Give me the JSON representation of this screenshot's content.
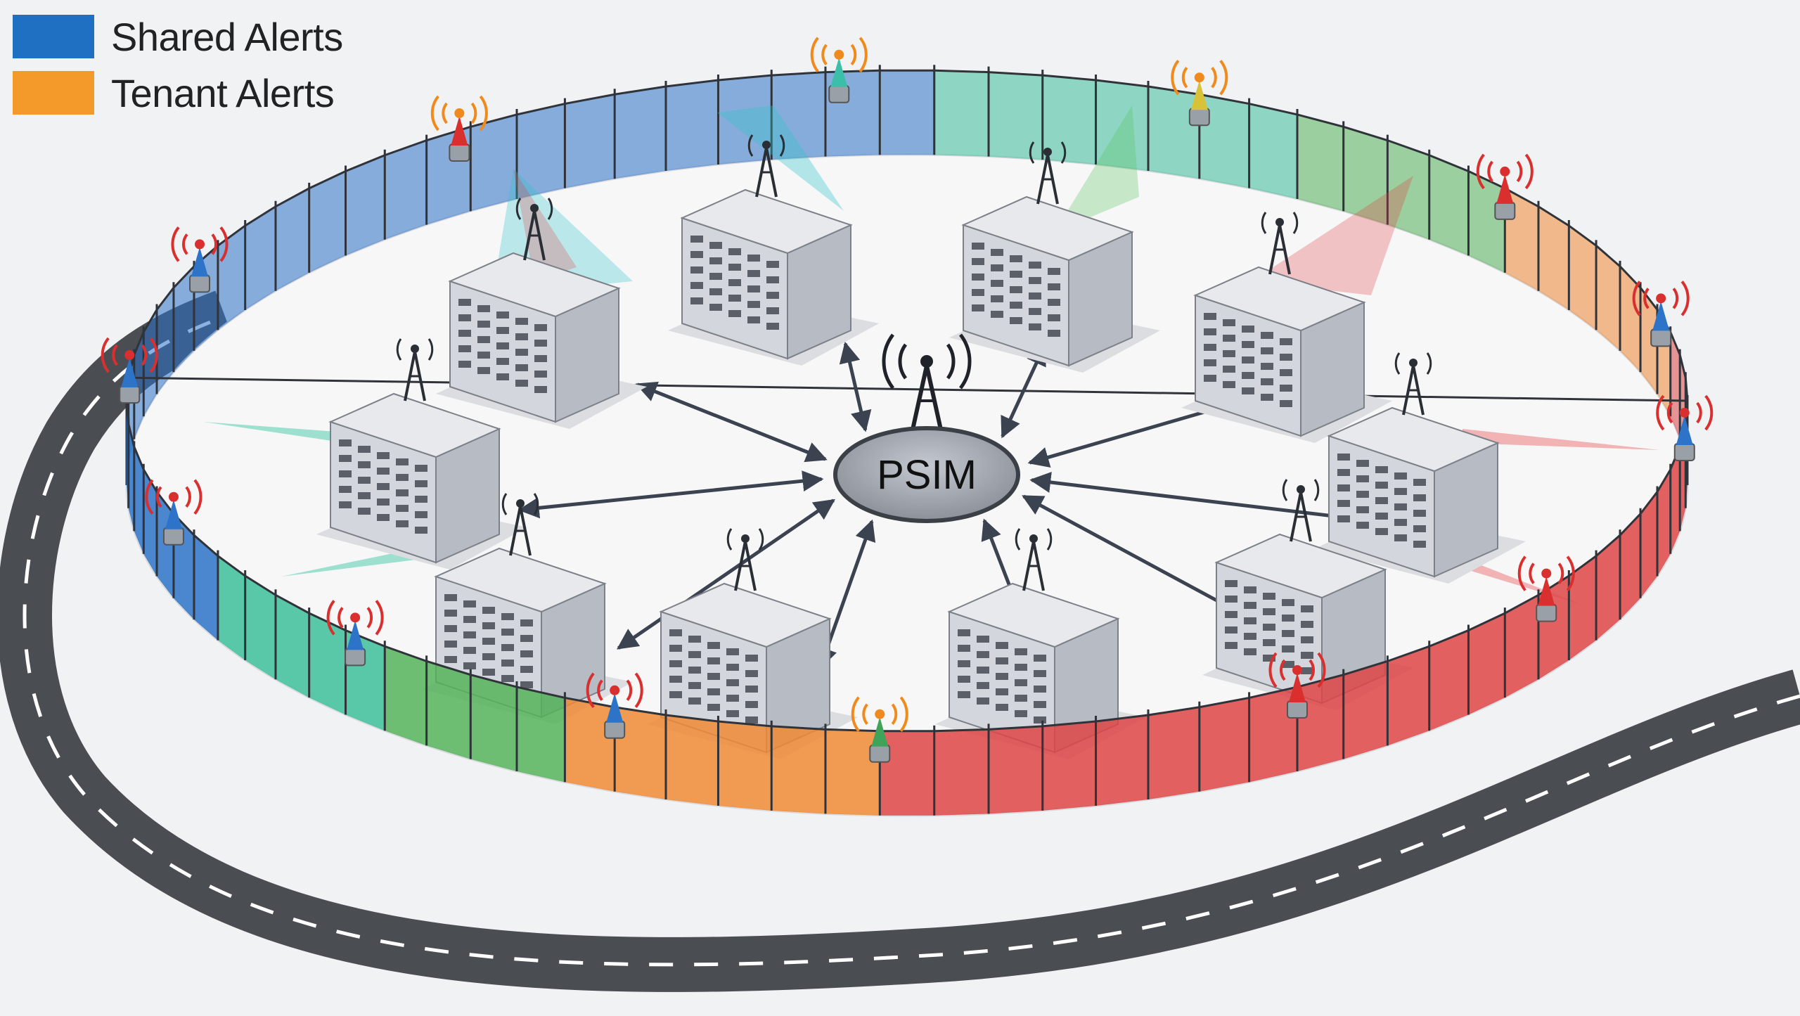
{
  "legend": {
    "items": [
      {
        "label": "Shared Alerts",
        "color": "#1f6fc2"
      },
      {
        "label": "Tenant Alerts",
        "color": "#f39a2b"
      }
    ]
  },
  "hub": {
    "label": "PSIM"
  },
  "colors": {
    "blue": "#2d73c8",
    "teal": "#3cbf9a",
    "green": "#55b35a",
    "orange": "#f08a35",
    "red": "#de4545",
    "road": "#4a4d52",
    "building": "#d3d6dc"
  },
  "counts": {
    "buildings": 10,
    "perimeter_sensors": 14
  }
}
